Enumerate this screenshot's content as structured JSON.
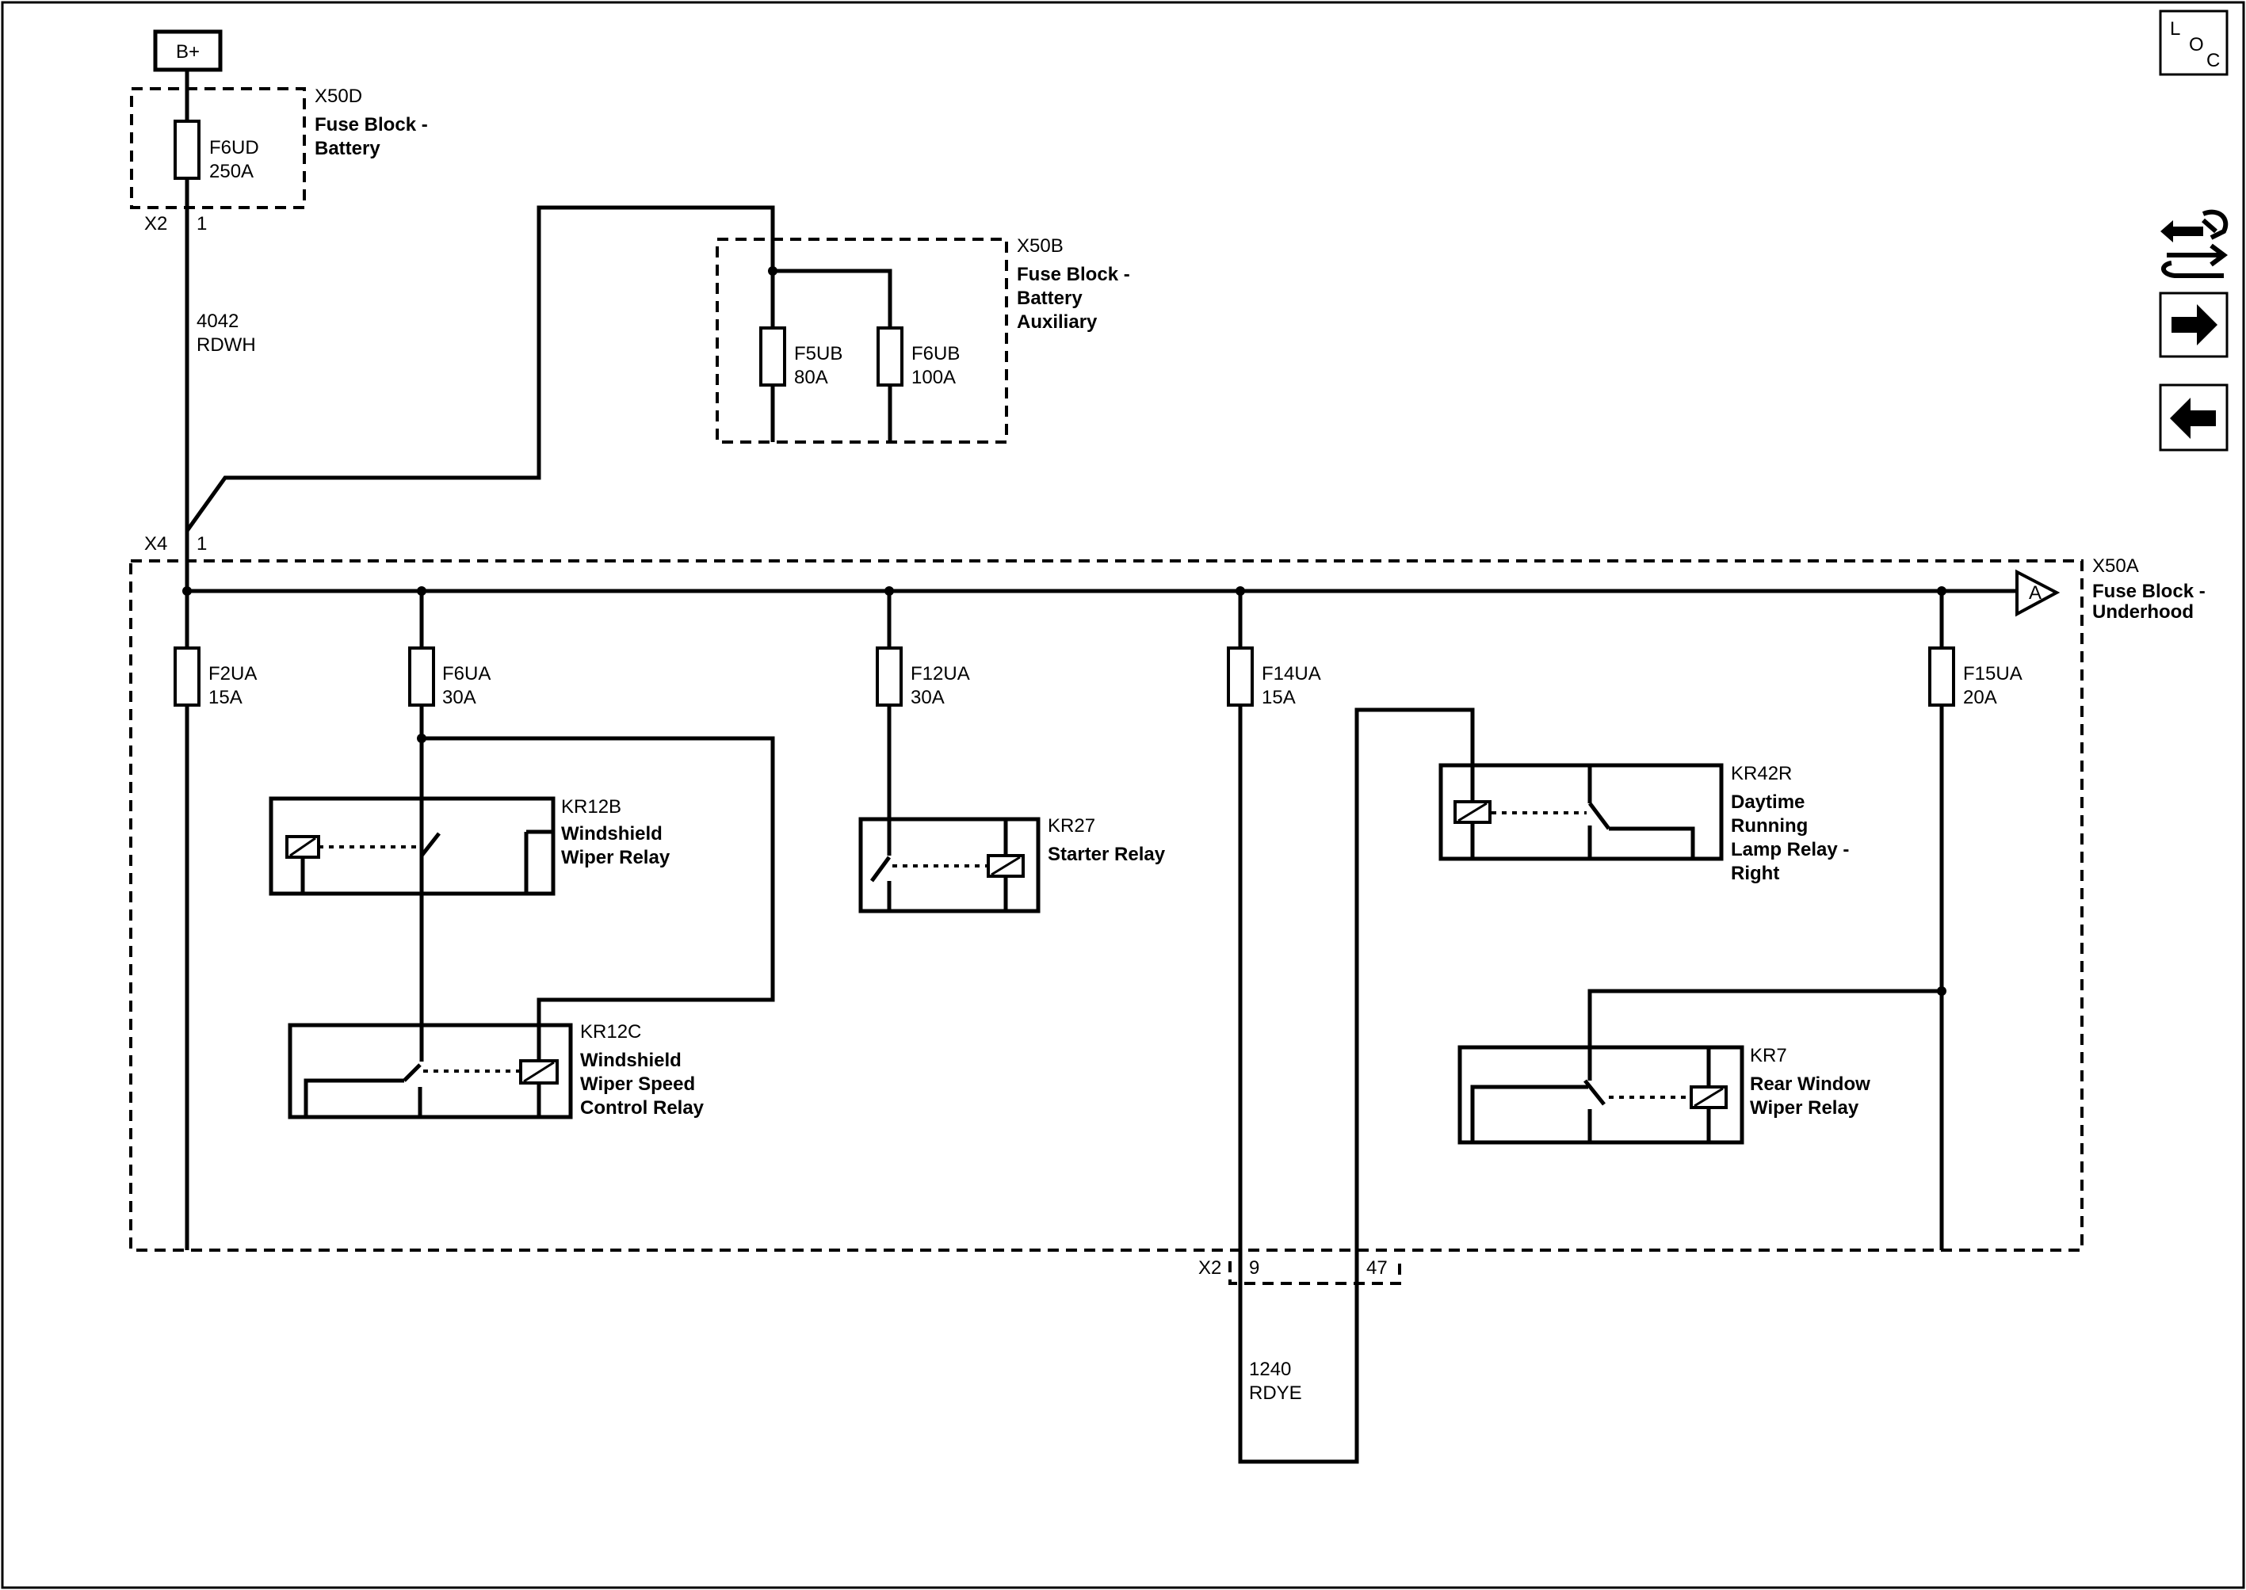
{
  "power": {
    "label": "B+"
  },
  "fuse_blocks": {
    "x50d": {
      "id": "X50D",
      "name_line1": "Fuse Block -",
      "name_line2": "Battery"
    },
    "x50b": {
      "id": "X50B",
      "name_line1": "Fuse Block -",
      "name_line2": "Battery",
      "name_line3": "Auxiliary"
    },
    "x50a": {
      "id": "X50A",
      "name_line1": "Fuse Block -",
      "name_line2": "Underhood"
    }
  },
  "fuses": {
    "f6ud": {
      "name": "F6UD",
      "rating": "250A"
    },
    "f5ub": {
      "name": "F5UB",
      "rating": "80A"
    },
    "f6ub": {
      "name": "F6UB",
      "rating": "100A"
    },
    "f2ua": {
      "name": "F2UA",
      "rating": "15A"
    },
    "f6ua": {
      "name": "F6UA",
      "rating": "30A"
    },
    "f12ua": {
      "name": "F12UA",
      "rating": "30A"
    },
    "f14ua": {
      "name": "F14UA",
      "rating": "15A"
    },
    "f15ua": {
      "name": "F15UA",
      "rating": "20A"
    }
  },
  "connectors": {
    "x2_top": {
      "name": "X2",
      "pin": "1"
    },
    "x4": {
      "name": "X4",
      "pin": "1"
    },
    "x2_bottom": {
      "name": "X2",
      "pin_a": "9",
      "pin_b": "47"
    }
  },
  "wires": {
    "w4042": {
      "circuit": "4042",
      "color": "RDWH"
    },
    "w1240": {
      "circuit": "1240",
      "color": "RDYE"
    }
  },
  "relays": {
    "kr12b": {
      "id": "KR12B",
      "line1": "Windshield",
      "line2": "Wiper Relay"
    },
    "kr12c": {
      "id": "KR12C",
      "line1": "Windshield",
      "line2": "Wiper Speed",
      "line3": "Control Relay"
    },
    "kr27": {
      "id": "KR27",
      "line1": "Starter Relay"
    },
    "kr42r": {
      "id": "KR42R",
      "line1": "Daytime",
      "line2": "Running",
      "line3": "Lamp Relay -",
      "line4": "Right"
    },
    "kr7": {
      "id": "KR7",
      "line1": "Rear Window",
      "line2": "Wiper Relay"
    }
  },
  "offpage": {
    "label": "A"
  },
  "nav": {
    "loc_l": "L",
    "loc_o": "O",
    "loc_c": "C",
    "icons": [
      "connector-toggle-icon",
      "arrow-right-icon",
      "arrow-left-icon"
    ]
  }
}
